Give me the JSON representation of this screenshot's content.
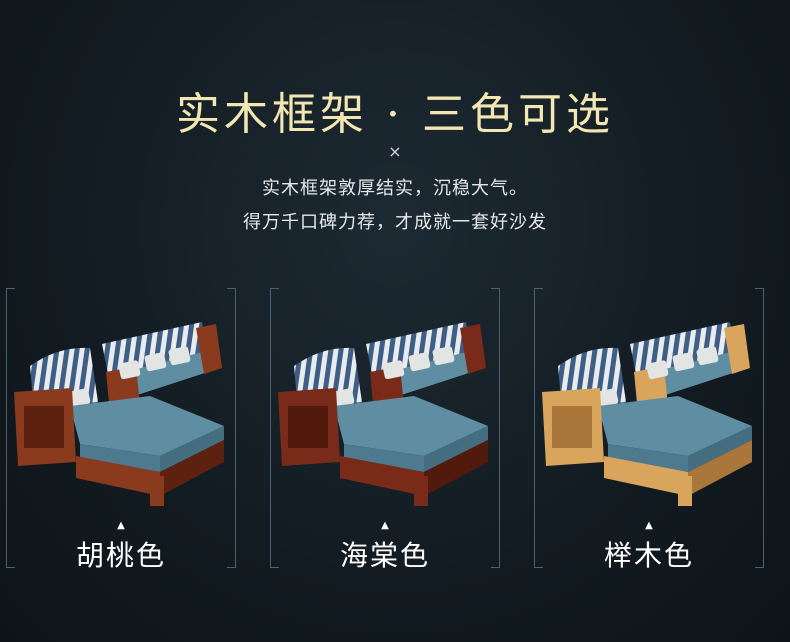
{
  "heading": {
    "title": "实木框架 · 三色可选",
    "cross": "×",
    "line1": "实木框架敦厚结实，沉稳大气。",
    "line2": "得万千口碑力荐，才成就一套好沙发"
  },
  "options": [
    {
      "name": "胡桃色",
      "wood": "#8a3a1d",
      "wood_dark": "#5c220f"
    },
    {
      "name": "海棠色",
      "wood": "#7a2a18",
      "wood_dark": "#521a0d"
    },
    {
      "name": "榉木色",
      "wood": "#d9a45c",
      "wood_dark": "#a9773a"
    }
  ],
  "colors": {
    "title": "#f2e6b3",
    "cushion": "#5f8ea3",
    "stripe_blue": "#3f5e86",
    "stripe_light": "#e9ecef"
  }
}
